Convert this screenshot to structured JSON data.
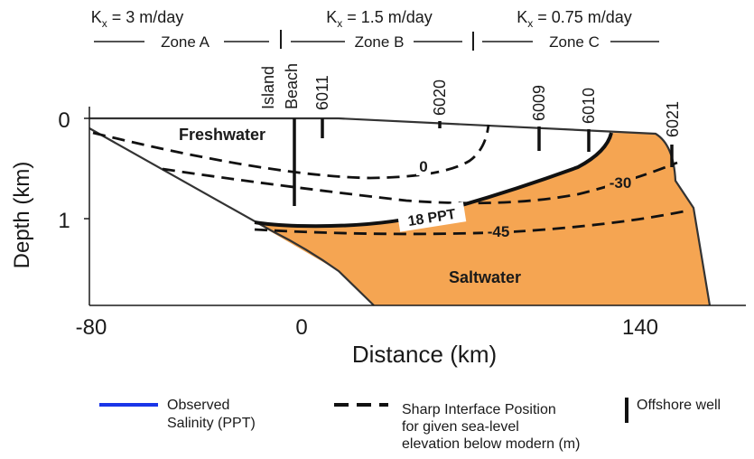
{
  "zones": [
    {
      "k_label": "K",
      "k_sub": "x",
      "k_value": " = 3 m/day",
      "name": "Zone A"
    },
    {
      "k_label": "K",
      "k_sub": "x",
      "k_value": " = 1.5 m/day",
      "name": "Zone B"
    },
    {
      "k_label": "K",
      "k_sub": "x",
      "k_value": " = 0.75 m/day",
      "name": "Zone C"
    }
  ],
  "wells": {
    "island_beach": [
      "Island",
      "Beach"
    ],
    "w6011": "6011",
    "w6020": "6020",
    "w6009": "6009",
    "w6010": "6010",
    "w6021": "6021"
  },
  "axes": {
    "y_label": "Depth (km)",
    "y_ticks": [
      "0",
      "1"
    ],
    "x_label": "Distance (km)",
    "x_ticks": [
      "-80",
      "0",
      "140"
    ]
  },
  "regions": {
    "freshwater": "Freshwater",
    "saltwater": "Saltwater"
  },
  "contours": {
    "c0": "0",
    "c30": "-30",
    "c45": "-45",
    "observed": "18 PPT"
  },
  "legend": {
    "observed": [
      "Observed",
      "Salinity (PPT)"
    ],
    "interface": [
      "Sharp Interface Position",
      "for given sea-level",
      "elevation below modern (m)"
    ],
    "well": "Offshore well"
  },
  "colors": {
    "saltwater": "#f5a552",
    "observed_line": "#1a35e8",
    "ink": "#1a1a1a"
  }
}
